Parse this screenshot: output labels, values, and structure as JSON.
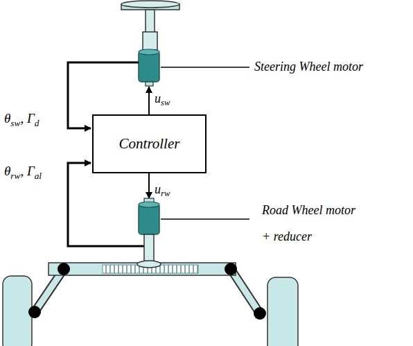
{
  "diagram": {
    "nodes": [
      {
        "text": [
          "Controller"
        ]
      }
    ],
    "labels": [
      "θsw, Γd",
      "usw",
      "Steering Wheel motor",
      "θrw, Γal",
      "urw",
      "Road Wheel motor + reducer"
    ]
  }
}
